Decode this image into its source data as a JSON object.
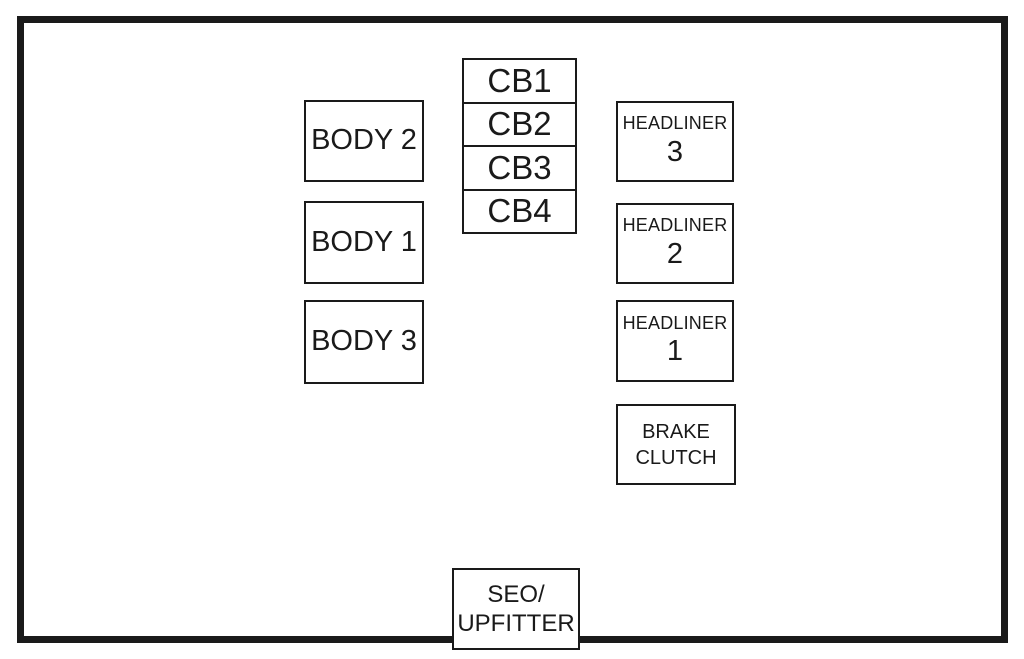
{
  "diagram": {
    "boxes": {
      "body2": {
        "label": "BODY 2"
      },
      "body1": {
        "label": "BODY 1"
      },
      "body3": {
        "label": "BODY 3"
      },
      "cb": [
        "CB1",
        "CB2",
        "CB3",
        "CB4"
      ],
      "headliner3": {
        "line1": "HEADLINER",
        "line2": "3"
      },
      "headliner2": {
        "line1": "HEADLINER",
        "line2": "2"
      },
      "headliner1": {
        "line1": "HEADLINER",
        "line2": "1"
      },
      "brake_clutch": {
        "line1": "BRAKE",
        "line2": "CLUTCH"
      },
      "seo_upfitter": {
        "line1": "SEO/",
        "line2": "UPFITTER"
      }
    },
    "colors": {
      "line": "#1a1a1a",
      "background": "#ffffff"
    }
  }
}
